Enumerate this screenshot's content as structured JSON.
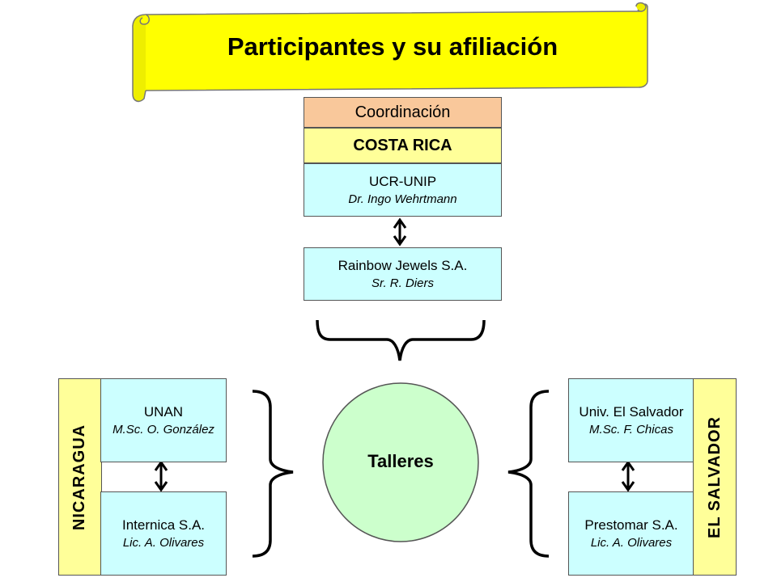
{
  "title": "Participantes y su afiliación",
  "costa_rica": {
    "role": "Coordinación",
    "country": "COSTA RICA",
    "org1": {
      "name": "UCR-UNIP",
      "person": "Dr. Ingo Wehrtmann"
    },
    "org2": {
      "name": "Rainbow Jewels S.A.",
      "person": "Sr. R. Diers"
    }
  },
  "center": {
    "label": "Talleres"
  },
  "nicaragua": {
    "country": "NICARAGUA",
    "org1": {
      "name": "UNAN",
      "person": "M.Sc. O. González"
    },
    "org2": {
      "name": "Internica S.A.",
      "person": "Lic. A. Olivares"
    }
  },
  "el_salvador": {
    "country": "EL SALVADOR",
    "org1": {
      "name": "Univ. El Salvador",
      "person": "M.Sc. F. Chicas"
    },
    "org2": {
      "name": "Prestomar S.A.",
      "person": "Lic. A. Olivares"
    }
  },
  "colors": {
    "banner": "#ffff00",
    "cyan_box": "#ccffff",
    "yellow_box": "#ffff99",
    "coordination_box": "#f9c89b",
    "circle": "#ccffcc"
  }
}
